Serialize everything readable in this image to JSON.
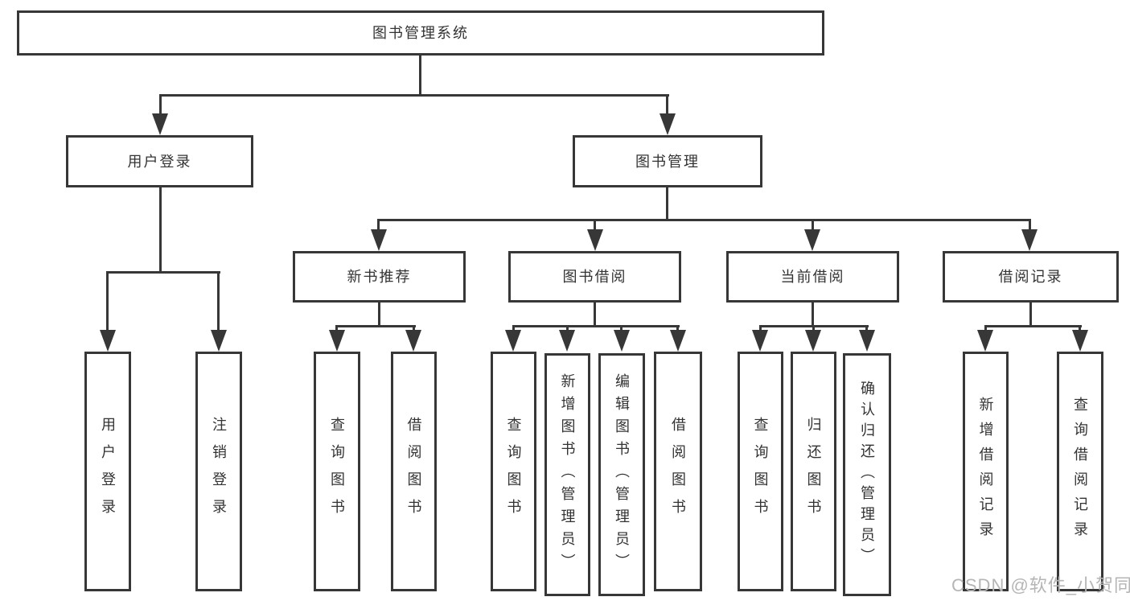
{
  "diagram": {
    "root": {
      "label": "图书管理系统"
    },
    "level2": [
      {
        "label": "用户登录",
        "children": [
          "用户登录",
          "注销登录"
        ]
      },
      {
        "label": "图书管理"
      }
    ],
    "level3": [
      {
        "label": "新书推荐",
        "children": [
          "查询图书",
          "借阅图书"
        ]
      },
      {
        "label": "图书借阅",
        "children": [
          "查询图书",
          "新增图书（管理员）",
          "编辑图书（管理员）",
          "借阅图书"
        ]
      },
      {
        "label": "当前借阅",
        "children": [
          "查询图书",
          "归还图书",
          "确认归还（管理员）"
        ]
      },
      {
        "label": "借阅记录",
        "children": [
          "新增借阅记录",
          "查询借阅记录"
        ]
      }
    ]
  },
  "watermark": "CSDN @软件_小贺同学",
  "colors": {
    "line": "#373737",
    "text": "#333333",
    "watermark": "#b5b5b5",
    "background": "#ffffff"
  }
}
